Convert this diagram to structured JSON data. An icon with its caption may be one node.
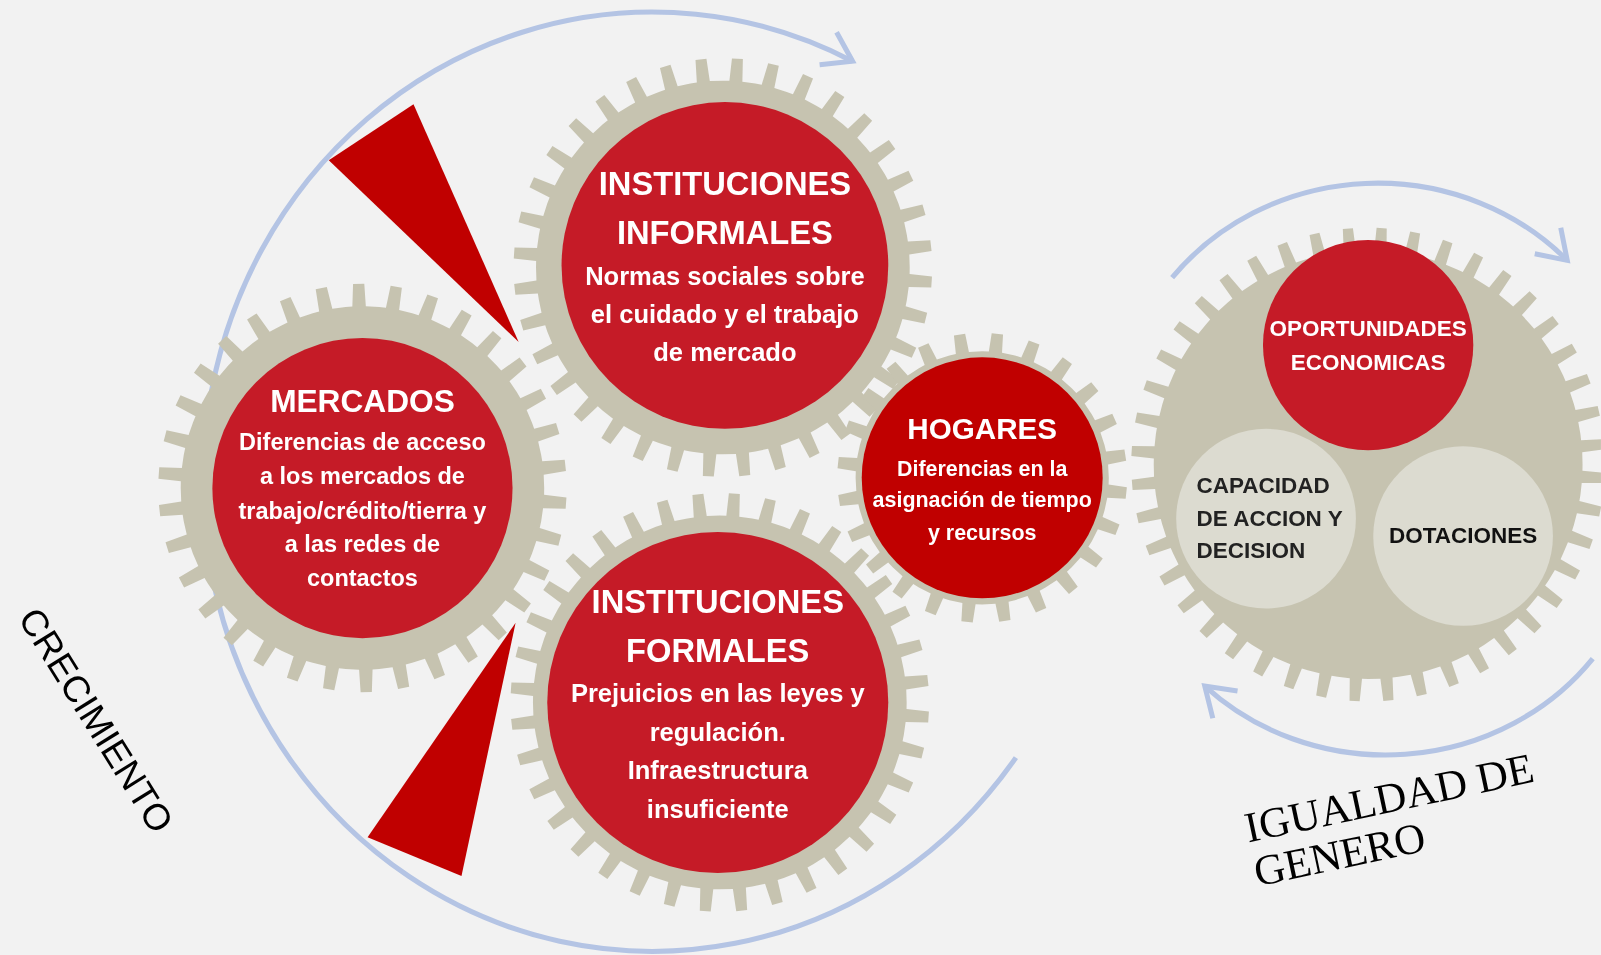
{
  "diagram": {
    "nodes": [
      {
        "text": [
          "INSTITUCIONES INFORMALES",
          "Normas sociales sobre el cuidado y el trabajo de mercado"
        ]
      },
      {
        "text": [
          "MERCADOS",
          "Diferencias de acceso a los mercados de trabajo/crédito/tierra y a las redes de contactos"
        ]
      },
      {
        "text": [
          "HOGARES",
          "Diferencias en la asignación de tiempo y recursos"
        ]
      },
      {
        "text": [
          "INSTITUCIONES FORMALES",
          "Prejuicios en las leyes y regulación. Infraestructura insuficiente"
        ]
      },
      {
        "text": [
          "OPORTUNIDADES ECONOMICAS"
        ]
      },
      {
        "text": [
          "CAPACIDAD DE ACCION Y DECISION"
        ]
      },
      {
        "text": [
          "DOTACIONES"
        ]
      },
      {
        "text": [],
        "shape": "triangle"
      },
      {
        "text": [],
        "shape": "triangle"
      }
    ],
    "edges": [],
    "labels": [
      "CRECIMIENTO",
      "IGUALDAD DE GENERO"
    ]
  }
}
